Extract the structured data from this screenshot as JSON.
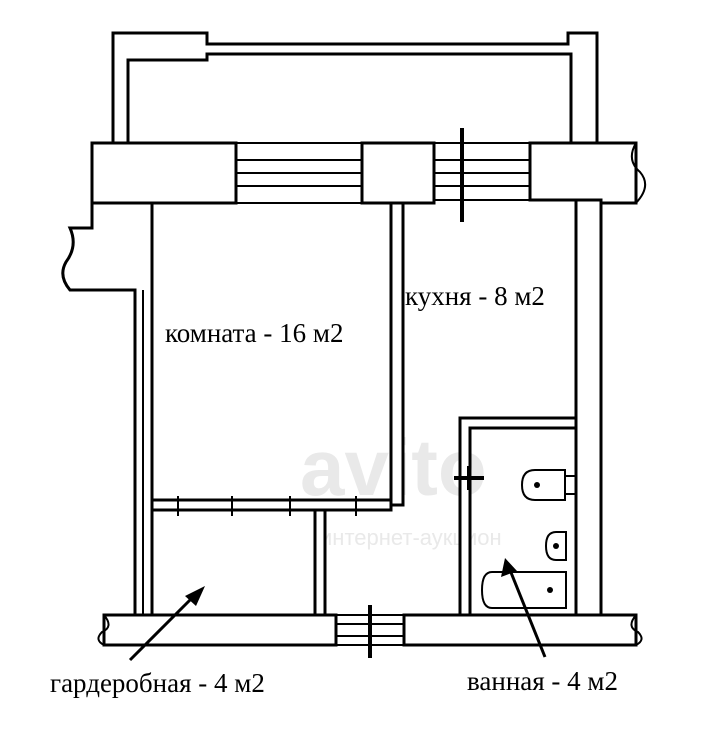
{
  "rooms": {
    "room": "комната - 16 м2",
    "kitchen": "кухня - 8 м2"
  },
  "callouts": {
    "wardrobe": "гардеробная - 4 м2",
    "bathroom": "ванная - 4 м2"
  },
  "watermark": {
    "logo": "avito",
    "tagline": "интернет-аукцион"
  }
}
